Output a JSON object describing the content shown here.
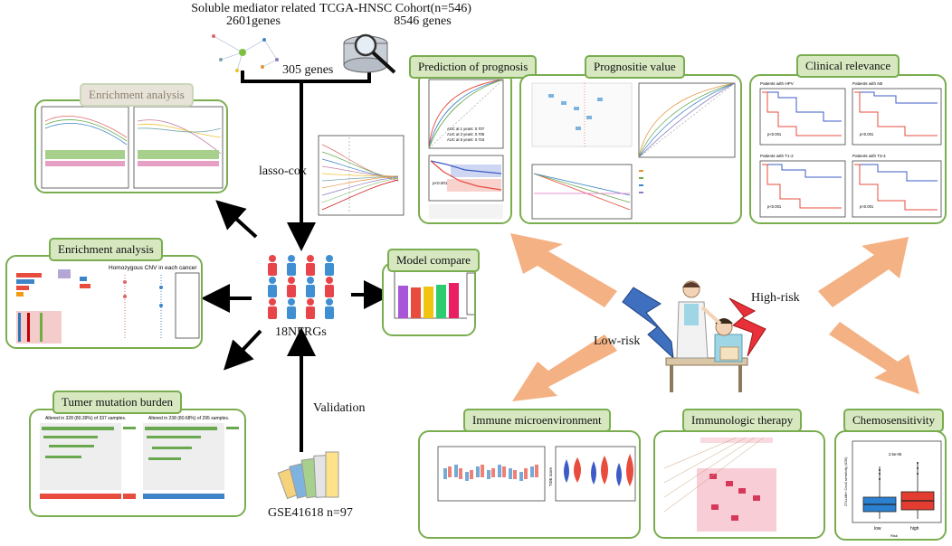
{
  "sources": {
    "soluble": {
      "line1": "Soluble mediator related",
      "line2": "2601genes"
    },
    "tcga": {
      "line1": "TCGA-HNSC Cohort(n=546)",
      "line2": "8546 genes"
    },
    "merge_label": "305 genes",
    "lasso_label": "lasso-cox",
    "center_label": "18NFRGs",
    "validation_label": "Validation",
    "geo_label": "GSE41618 n=97"
  },
  "panels": {
    "enrichment_top": "Enrichment analysis",
    "enrichment_mid": "Enrichment analysis",
    "tmb": "Tumer mutation burden",
    "prediction": "Prediction of prognosis",
    "prognostic": "Prognositie value",
    "clinical": "Clinical relevance",
    "model_compare": "Model compare",
    "immune": "Immune microenvironment",
    "immunologic": "Immunologic therapy",
    "chemo": "Chemosensitivity"
  },
  "risk": {
    "high": "High-risk",
    "low": "Low-risk"
  },
  "mini_text": {
    "cnv_title": "Homozygous CNV in each cancer",
    "tmb_a": "Altered in 328 (80.39%) of 337 samples.",
    "tmb_b": "Altered in 238 (80.68%) of 295 samples.",
    "auc1": "AUC at 1 years: 0.707",
    "auc2": "AUC at 3 years: 0.705",
    "auc3": "AUC at 5 years: 0.716",
    "p_pred": "p<0.001",
    "km_hpv": "Patients with HPV",
    "km_t": "Patients with T1-2",
    "km_t2": "Patients with T3-4",
    "km_n": "Patients with N0",
    "p_km": "p<0.001",
    "chemo_x1": "low",
    "chemo_x2": "high",
    "chemo_xlab": "Risk",
    "chemo_ylab": "ZT-LLMb+ Cmx3 sensitivity (IC50)",
    "chemo_p": "2.5e-06",
    "immune_y": "TIDE score"
  },
  "colors": {
    "panel_border": "#79ad4f",
    "tag_bg": "#d7e8c1",
    "arrow_orange": "#f4b183",
    "person_red": "#e8454a",
    "person_blue": "#3f8fd2",
    "bolt_blue": "#3f6fbf",
    "bolt_red": "#e8303a",
    "low_blue": "#2b80d1",
    "high_red": "#e33c30"
  }
}
